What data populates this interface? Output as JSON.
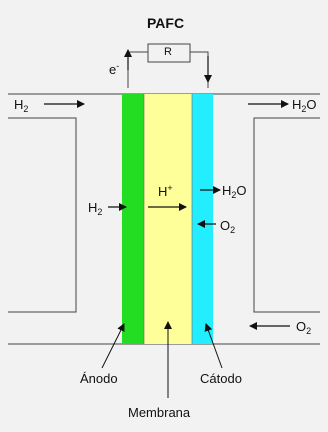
{
  "title": "PAFC",
  "resistor": "R",
  "electron": "e",
  "electron_sup": "-",
  "h2_left": "H",
  "h2_left_sub": "2",
  "h2o_right": "H",
  "h2o_right_sub": "2",
  "h2o_right_tail": "O",
  "h2_inner": "H",
  "h2_inner_sub": "2",
  "hplus": "H",
  "hplus_sup": "+",
  "h2o_inner": "H",
  "h2o_inner_sub": "2",
  "h2o_inner_tail": "O",
  "o2_inner": "O",
  "o2_inner_sub": "2",
  "o2_right": "O",
  "o2_right_sub": "2",
  "anode": "Ánodo",
  "cathode": "Cátodo",
  "membrane": "Membrana",
  "colors": {
    "anode": "#22dd22",
    "membrane": "#ffff99",
    "cathode": "#22eeff"
  }
}
